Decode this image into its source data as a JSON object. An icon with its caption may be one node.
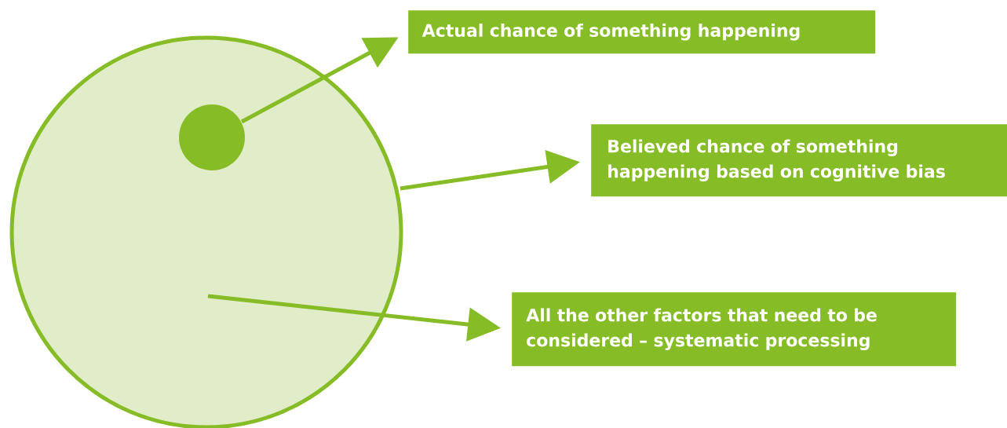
{
  "diagram": {
    "nodes": [
      {
        "text": [],
        "shape": "circle"
      },
      {
        "text": [],
        "shape": "circle",
        "in": 0
      },
      {
        "text": [
          "Actual chance of something happening"
        ]
      },
      {
        "text": [
          "Believed chance of something happening based on cognitive bias"
        ]
      },
      {
        "text": [
          "All the other factors that need to be considered – systematic processing"
        ]
      }
    ],
    "edges": [
      {
        "from": 1,
        "to": 2,
        "arrow": "to"
      },
      {
        "from": 0,
        "to": 3,
        "arrow": "to"
      },
      {
        "from": null,
        "to": 4,
        "arrow": "to"
      }
    ]
  }
}
